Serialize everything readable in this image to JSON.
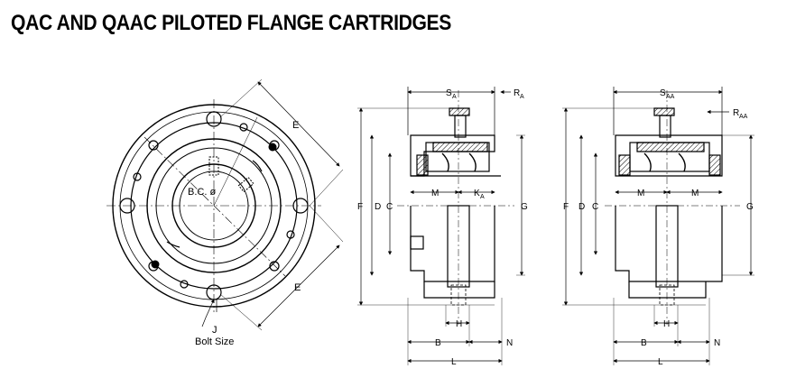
{
  "title": "QAC AND QAAC PILOTED FLANGE CARTRIDGES",
  "front_view": {
    "labels": {
      "e": "E",
      "bc": "B.C. ø",
      "j": "J",
      "bolt_size": "Bolt Size"
    }
  },
  "section_qac": {
    "labels": {
      "s": "S",
      "s_sub": "A",
      "r": "R",
      "r_sub": "A",
      "k": "K",
      "k_sub": "A",
      "m": "M",
      "f": "F",
      "d": "D",
      "c": "C",
      "g": "G",
      "h": "H",
      "b": "B",
      "n": "N",
      "l": "L"
    }
  },
  "section_qaac": {
    "labels": {
      "s": "S",
      "s_sub": "AA",
      "r": "R",
      "r_sub": "AA",
      "m1": "M",
      "m2": "M",
      "f": "F",
      "d": "D",
      "c": "C",
      "g": "G",
      "h": "H",
      "b": "B",
      "n": "N",
      "l": "L"
    }
  }
}
